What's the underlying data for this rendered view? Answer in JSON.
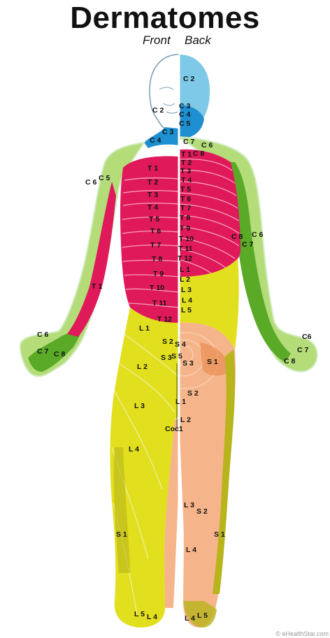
{
  "title": "Dermatomes",
  "view_front": "Front",
  "view_back": "Back",
  "credit": "© eHealthStar.com",
  "colors": {
    "cervical_upper": "#7ec8e8",
    "cervical_lower": "#1e8fd0",
    "cervical_arm_light": "#b4dc78",
    "cervical_arm_dark": "#5aaa28",
    "thoracic": "#e0195a",
    "lumbar": "#e2df1e",
    "sacral": "#f6b48a",
    "sacral_deep": "#e8874a",
    "skin": "#f8d8c8"
  },
  "labels": [
    {
      "id": "c2-back",
      "text": "C 2"
    },
    {
      "id": "c2-front",
      "text": "C 2"
    },
    {
      "id": "c3-back",
      "text": "C 3"
    },
    {
      "id": "c4-back",
      "text": "C 4"
    },
    {
      "id": "c5-back",
      "text": "C 5"
    },
    {
      "id": "c3-front",
      "text": "C 3"
    },
    {
      "id": "c4-front",
      "text": "C 4"
    },
    {
      "id": "c7-back",
      "text": "C 7"
    },
    {
      "id": "c6-back-shoulder",
      "text": "C 6"
    },
    {
      "id": "c8-back",
      "text": "C 8"
    },
    {
      "id": "t1-back",
      "text": "T 1"
    },
    {
      "id": "c6-front-arm",
      "text": "C 6"
    },
    {
      "id": "c5-front",
      "text": "C 5"
    },
    {
      "id": "t1-front",
      "text": "T 1"
    },
    {
      "id": "t2-front",
      "text": "T 2"
    },
    {
      "id": "t3-front",
      "text": "T 3"
    },
    {
      "id": "t4-front",
      "text": "T 4"
    },
    {
      "id": "t5-front",
      "text": "T 5"
    },
    {
      "id": "t6-front",
      "text": "T 6"
    },
    {
      "id": "t7-front",
      "text": "T 7"
    },
    {
      "id": "t8-front",
      "text": "T 8"
    },
    {
      "id": "t9-front",
      "text": "T 9"
    },
    {
      "id": "t10-front",
      "text": "T 10"
    },
    {
      "id": "t11-front",
      "text": "T 11"
    },
    {
      "id": "t12-front",
      "text": "T 12"
    },
    {
      "id": "t2-back",
      "text": "T 2"
    },
    {
      "id": "t3-back",
      "text": "T 3"
    },
    {
      "id": "t4-back",
      "text": "T 4"
    },
    {
      "id": "t5-back",
      "text": "T 5"
    },
    {
      "id": "t6-back",
      "text": "T 6"
    },
    {
      "id": "t7-back",
      "text": "T 7"
    },
    {
      "id": "t8-back",
      "text": "T 8"
    },
    {
      "id": "t9-back",
      "text": "T 9"
    },
    {
      "id": "t10-back",
      "text": "T 10"
    },
    {
      "id": "t11-back",
      "text": "T 11"
    },
    {
      "id": "t12-back",
      "text": "T 12"
    },
    {
      "id": "l1-back",
      "text": "L 1"
    },
    {
      "id": "l2-back",
      "text": "L 2"
    },
    {
      "id": "l3-back",
      "text": "L 3"
    },
    {
      "id": "l4-back",
      "text": "L 4"
    },
    {
      "id": "l5-back",
      "text": "L 5"
    },
    {
      "id": "t1-left-arm",
      "text": "T 1"
    },
    {
      "id": "c8-back-arm",
      "text": "C 8"
    },
    {
      "id": "c6-back-arm",
      "text": "C 6"
    },
    {
      "id": "c7-back-arm",
      "text": "C 7"
    },
    {
      "id": "l1-front",
      "text": "L 1"
    },
    {
      "id": "c6-left-hand",
      "text": "C 6"
    },
    {
      "id": "c7-left-hand",
      "text": "C 7"
    },
    {
      "id": "c8-left-hand",
      "text": "C 8"
    },
    {
      "id": "c6-right-hand",
      "text": "C6"
    },
    {
      "id": "c7-right-hand",
      "text": "C 7"
    },
    {
      "id": "c8-right-hand",
      "text": "C 8"
    },
    {
      "id": "s2-center",
      "text": "S 2"
    },
    {
      "id": "s4-center",
      "text": "S 4"
    },
    {
      "id": "s3-center",
      "text": "S 3"
    },
    {
      "id": "s5-center",
      "text": "S 5"
    },
    {
      "id": "s3-back",
      "text": "S 3"
    },
    {
      "id": "s1-back-hip",
      "text": "S 1"
    },
    {
      "id": "l2-front",
      "text": "L 2"
    },
    {
      "id": "s2-back-thigh",
      "text": "S 2"
    },
    {
      "id": "l3-front",
      "text": "L 3"
    },
    {
      "id": "l1-groin",
      "text": "L 1"
    },
    {
      "id": "l2-groin",
      "text": "L 2"
    },
    {
      "id": "coc1",
      "text": "Coc1"
    },
    {
      "id": "l4-front",
      "text": "L 4"
    },
    {
      "id": "l3-back-calf",
      "text": "L 3"
    },
    {
      "id": "s2-back-calf",
      "text": "S 2"
    },
    {
      "id": "s1-front-leg",
      "text": "S 1"
    },
    {
      "id": "s1-back-leg",
      "text": "S 1"
    },
    {
      "id": "l4-back-calf",
      "text": "L 4"
    },
    {
      "id": "l5-front-foot",
      "text": "L 5"
    },
    {
      "id": "l4-front-foot",
      "text": "L 4"
    },
    {
      "id": "l4-back-foot",
      "text": "L 4"
    },
    {
      "id": "l5-back-foot",
      "text": "L 5"
    }
  ]
}
